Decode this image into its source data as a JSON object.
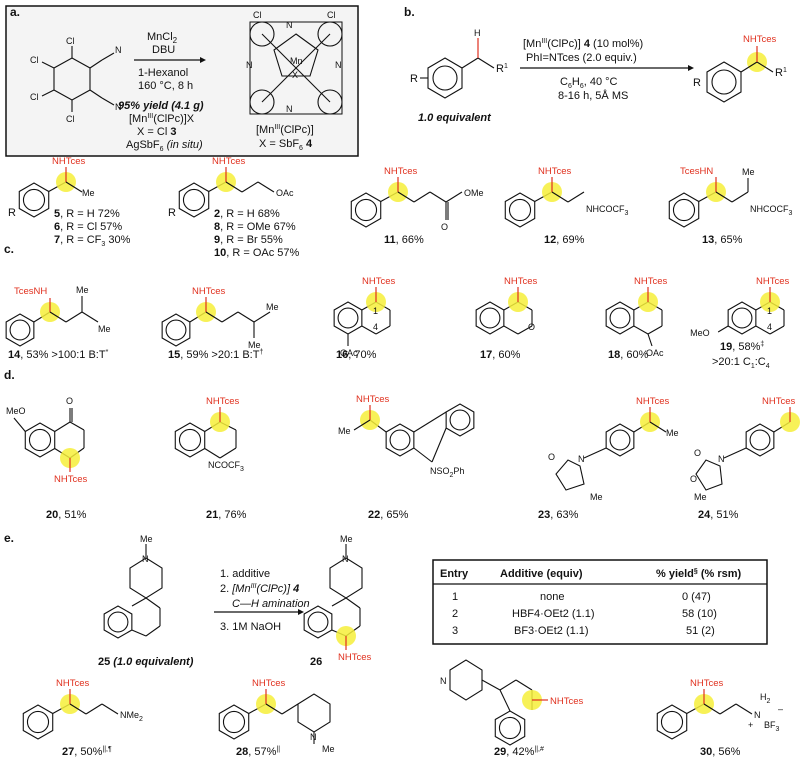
{
  "panels": {
    "a": {
      "label": "a.",
      "reactant_atoms": [
        "Cl",
        "Cl",
        "Cl",
        "Cl",
        "N",
        "N"
      ],
      "conditions": [
        "MnCl",
        "2",
        "DBU",
        "1-Hexanol",
        "160 °C, 8 h"
      ],
      "yield_line": "95% yield (4.1 g)",
      "product_lines": [
        "[Mn",
        "III",
        "(ClPc)]X",
        "X = Cl ",
        "3",
        "AgSbF",
        "6",
        " (in situ)"
      ],
      "product_label": [
        "[Mn",
        "III",
        "(ClPc)]",
        "X = SbF",
        "6",
        " 4"
      ],
      "pc_atoms": [
        "Cl",
        "N",
        "Mn",
        "X"
      ]
    },
    "b": {
      "label": "b.",
      "substrate_label": "1.0 equivalent",
      "substrate_atoms": [
        "R",
        "H",
        "R",
        "1"
      ],
      "conditions": [
        "[Mn",
        "III",
        "(ClPc)] ",
        "4",
        " (10 mol%)",
        "PhI=NTces (2.0 equiv.)",
        "C",
        "6",
        "H",
        "6",
        ", 40 °C",
        "8-16 h, 5Å MS"
      ],
      "product_atoms": [
        "NHTces",
        "R",
        "R",
        "1"
      ]
    },
    "c_label": "c.",
    "d_label": "d.",
    "e": {
      "label": "e.",
      "steps": [
        "1. additive",
        "2. ",
        "[Mn",
        "III",
        "(ClPc)] ",
        "4",
        "C—H amination",
        "3. 1M NaOH"
      ],
      "substrate_caption": [
        "25",
        " (1.0 equivalent)"
      ],
      "product_caption": "26",
      "me": "Me",
      "table": {
        "headers": [
          "Entry",
          "Additive (equiv)",
          "% yield",
          "§",
          " (% rsm)"
        ],
        "rows": [
          {
            "entry": "1",
            "additive": "none",
            "yield": "0 (47)"
          },
          {
            "entry": "2",
            "additive": "HBF4·OEt2 (1.1)",
            "yield": "58 (10)"
          },
          {
            "entry": "3",
            "additive": "BF3·OEt2 (1.1)",
            "yield": "51 (2)"
          }
        ]
      }
    }
  },
  "row1_captions": {
    "c5": [
      "5",
      ", R = H 72%"
    ],
    "c6": [
      "6",
      ", R = Cl 57%"
    ],
    "c7": [
      "7",
      ", R = CF",
      "3",
      " 30%"
    ],
    "c2": [
      "2",
      ", R = H 68%"
    ],
    "c8": [
      "8",
      ", R = OMe 67%"
    ],
    "c9": [
      "9",
      ", R = Br 55%"
    ],
    "c10": [
      "10",
      ", R = OAc 57%"
    ],
    "c11": [
      "11",
      ", 66%"
    ],
    "c12": [
      "12",
      ", 69%"
    ],
    "c13": [
      "13",
      ", 65%"
    ]
  },
  "row2_captions": {
    "c14": [
      "14",
      ", 53% >100:1 B:T",
      "*"
    ],
    "c15": [
      "15",
      ", 59% >20:1 B:T",
      "†"
    ],
    "c16": [
      "16",
      ", 70%"
    ],
    "c17": [
      "17",
      ", 60%"
    ],
    "c18": [
      "18",
      ", 60%"
    ],
    "c19": [
      "19",
      ", 58%",
      "‡",
      ">20:1 C",
      "1",
      ":C",
      "4"
    ]
  },
  "row3_captions": {
    "c20": [
      "20",
      ", 51%"
    ],
    "c21": [
      "21",
      ", 76%"
    ],
    "c22": [
      "22",
      ", 65%"
    ],
    "c23": [
      "23",
      ", 63%"
    ],
    "c24": [
      "24",
      ", 51%"
    ]
  },
  "row4_captions": {
    "c27": [
      "27",
      ", 50%",
      "||,¶"
    ],
    "c28": [
      "28",
      ", 57%",
      "||"
    ],
    "c29": [
      "29",
      ", 42%",
      "||,#"
    ],
    "c30": [
      "30",
      ", 56%"
    ]
  },
  "labels": {
    "nhtces": "NHTces",
    "tcesnh": "TcesNH",
    "tceshn": "TcesHN",
    "me": "Me",
    "r": "R",
    "oac": "OAc",
    "ome": "OMe",
    "meo": "MeO",
    "o": "O",
    "nhcocf3": "NHCOCF",
    "three": "3",
    "ncocf3": "NCOCF",
    "nso2ph": "NSO",
    "two": "2",
    "ph": "Ph",
    "n": "N",
    "nme2": "NMe",
    "h2": "H",
    "bf3": "BF",
    "plus": "+",
    "minus": "–",
    "one": "1",
    "four": "4"
  }
}
